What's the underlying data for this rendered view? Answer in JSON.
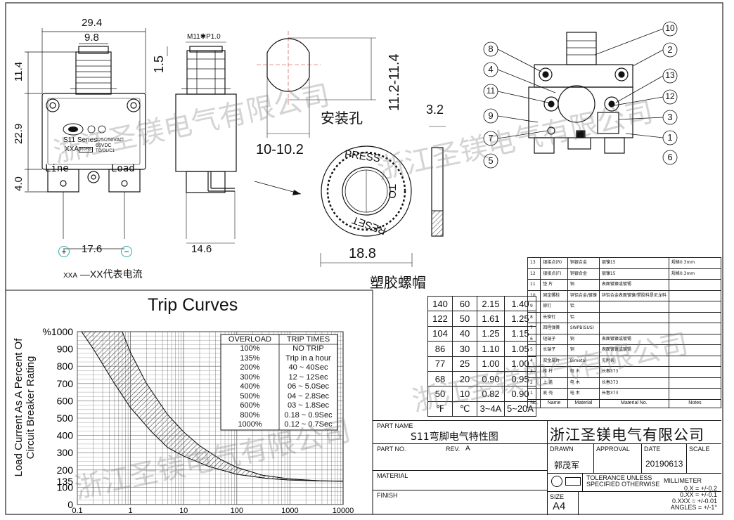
{
  "drawing": {
    "dim_width": "29.4",
    "dim_button": "9.8",
    "dim_thread": "M11✱P1.0",
    "dim_left_height_top": "11.4",
    "dim_left_height_mid": "22.9",
    "dim_left_height_bottom": "4.0",
    "dim_side_top": "1.5",
    "dim_pitch": "17.6",
    "dim_depth": "14.6",
    "hole_height": "11.2-11.4",
    "hole_width": "10-10.2",
    "hole_label": "安装孔",
    "cap_thickness": "3.2",
    "cap_diameter": "18.8",
    "cap_label": "塑胶螺帽",
    "cap_text_top": "PRESS",
    "cap_text_right": "TO",
    "cap_text_bottom": "RESET",
    "label_series": "S11 Series",
    "label_rating": "125/250VAC",
    "label_dc": "65VDC",
    "label_xxa": "XXA",
    "label_rohs": "RoHS",
    "label_tc": "TC/OL/C1",
    "terminal_line": "Line",
    "terminal_load": "Load",
    "polarity_plus": "+",
    "polarity_minus": "−",
    "note": "XXA —XX代表电流",
    "note_prefix": "XXA",
    "note_text": "—XX代表电流"
  },
  "callouts": [
    "1",
    "2",
    "3",
    "4",
    "5",
    "6",
    "7",
    "8",
    "9",
    "10",
    "11",
    "12",
    "13"
  ],
  "watermark": "浙江圣镁电气有限公司",
  "bom": {
    "headers": {
      "no": "No.",
      "name": "Name",
      "material": "Material",
      "material_no": "Material No.",
      "notes": "Notes"
    },
    "rows": [
      {
        "no": "13",
        "name": "银接点(R)",
        "material": "铜银合金",
        "material_no": "银镍15",
        "notes": "规格0.3mm"
      },
      {
        "no": "12",
        "name": "银接点(F)",
        "material": "铜银合金",
        "material_no": "银镍15",
        "notes": "规格0.3mm"
      },
      {
        "no": "11",
        "name": "垫 片",
        "material": "铜",
        "material_no": "表面镀镍或镀锡",
        "notes": ""
      },
      {
        "no": "10",
        "name": "固定螺栓",
        "material": "锌铝合金/镀镍",
        "material_no": "锌铝合金表面镀镍/塑胶料是尼龙料",
        "notes": ""
      },
      {
        "no": "9",
        "name": "铆钉",
        "material": "铝",
        "material_no": "",
        "notes": ""
      },
      {
        "no": "8",
        "name": "长铆钉",
        "material": "铝",
        "material_no": "",
        "notes": ""
      },
      {
        "no": "7",
        "name": "回程弹簧",
        "material": "SWPB(SUS)",
        "material_no": "",
        "notes": ""
      },
      {
        "no": "6",
        "name": "短端子",
        "material": "铜",
        "material_no": "表面镀镍或镀锡",
        "notes": ""
      },
      {
        "no": "5",
        "name": "长端子",
        "material": "铜",
        "material_no": "表面镀镍或镀锡",
        "notes": ""
      },
      {
        "no": "4",
        "name": "双金属片",
        "material": "Bimetal",
        "material_no": "见附表",
        "notes": ""
      },
      {
        "no": "3",
        "name": "推 杆",
        "material": "电 木",
        "material_no": "长春373",
        "notes": ""
      },
      {
        "no": "2",
        "name": "上 盖",
        "material": "电 木",
        "material_no": "长春373",
        "notes": ""
      },
      {
        "no": "1",
        "name": "底 壳",
        "material": "电 木",
        "material_no": "长春373",
        "notes": ""
      }
    ]
  },
  "temp_table": {
    "rows": [
      [
        "140",
        "60",
        "2.15",
        "1.40"
      ],
      [
        "122",
        "50",
        "1.61",
        "1.25"
      ],
      [
        "104",
        "40",
        "1.25",
        "1.15"
      ],
      [
        "86",
        "30",
        "1.10",
        "1.05"
      ],
      [
        "77",
        "25",
        "1.00",
        "1.00"
      ],
      [
        "68",
        "20",
        "0.90",
        "0.95"
      ],
      [
        "50",
        "10",
        "0.82",
        "0.90"
      ]
    ],
    "footer": [
      "℉",
      "℃",
      "3~4A",
      "5~20A"
    ]
  },
  "chart_title": "Trip Curves",
  "trip_table": {
    "headers": [
      "OVERLOAD",
      "TRIP TIMES"
    ],
    "rows": [
      [
        "100%",
        "NO TRIP"
      ],
      [
        "135%",
        "Trip in a hour"
      ],
      [
        "200%",
        "40 ~ 40Sec"
      ],
      [
        "300%",
        "12 ~ 12Sec"
      ],
      [
        "400%",
        "06 ~ 5.0Sec"
      ],
      [
        "500%",
        "04 ~ 2.8Sec"
      ],
      [
        "600%",
        "03 ~ 1.8Sec"
      ],
      [
        "800%",
        "0.18 ~ 0.9Sec"
      ],
      [
        "1000%",
        "0.12 ~ 0.7Sec"
      ]
    ]
  },
  "title_block": {
    "part_name_label": "PART NAME",
    "part_name": "S11弯脚电气特性图",
    "company": "浙江圣镁电气有限公司",
    "part_no_label": "PART NO.",
    "rev_label": "REV.",
    "rev": "A",
    "drawn_label": "DRAWN",
    "drawn": "郭茂军",
    "approval_label": "APPROVAL",
    "date_label": "DATE",
    "date": "20190613",
    "scale_label": "SCALE",
    "material_label": "MATERIAL",
    "finish_label": "FINISH",
    "tolerance_line1": "TOLERANCE UNLESS",
    "tolerance_line2": "SPECIFIED OTHERWISE",
    "tol_unit": "MILLIMETER",
    "tol_0x": "0.X = +/-0.2",
    "tol_0xx": "0.XX = +/-0.1",
    "tol_0xxx": "0.XXX = +/-0.01",
    "tol_angles": "ANGLES = +/-1°",
    "size_label": "SIZE",
    "size": "A4"
  },
  "chart_data": {
    "type": "line",
    "title": "Trip Curves",
    "xlabel": "",
    "ylabel": "Load Current As A Percent Of Circuit Breaker Rating",
    "x_scale": "log",
    "xlim": [
      0.1,
      10000
    ],
    "ylim": [
      0,
      1000
    ],
    "x_ticks": [
      0.1,
      1,
      10,
      100,
      1000,
      10000
    ],
    "x_tick_labels": [
      "0.1",
      "1",
      "10",
      "100",
      "1000",
      "10000"
    ],
    "y_ticks": [
      0,
      100,
      135,
      200,
      300,
      400,
      500,
      600,
      700,
      800,
      900,
      1000
    ],
    "y_tick_labels": [
      "0",
      "100",
      "135",
      "200",
      "300",
      "400",
      "500",
      "600",
      "700",
      "800",
      "900",
      "%1000"
    ],
    "grid": true,
    "series": [
      {
        "x": [
          0.12,
          0.2,
          0.5,
          1,
          2.5,
          5,
          10,
          30,
          100,
          400,
          1000,
          3600,
          10000
        ],
        "values": [
          1000,
          900,
          700,
          560,
          420,
          330,
          280,
          220,
          175,
          150,
          142,
          136,
          135
        ]
      },
      {
        "x": [
          0.7,
          1,
          2,
          5,
          10,
          20,
          50,
          100,
          300,
          1000,
          3600,
          10000
        ],
        "values": [
          1000,
          880,
          700,
          520,
          420,
          340,
          260,
          215,
          170,
          148,
          138,
          135
        ]
      }
    ]
  }
}
